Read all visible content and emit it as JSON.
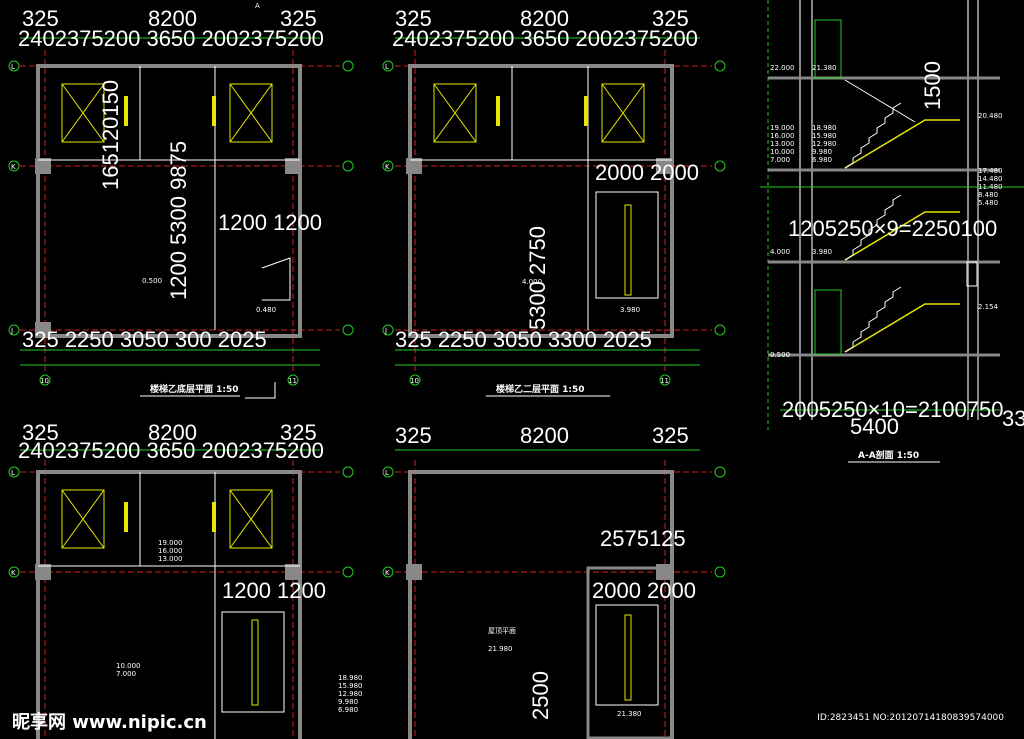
{
  "colors": {
    "wall": "#cc2222",
    "green": "#22cc22",
    "yellow": "#e6e600",
    "white": "#ffffff",
    "gray": "#888888",
    "bg": "#000000"
  },
  "plans": {
    "p1": {
      "title": "楼梯乙底层平面 1:50",
      "top_dims": "2402375200 3650 2002375200",
      "top_left": "325",
      "top_mid": "8200",
      "top_right": "325",
      "side_dims": "165120150",
      "vert_a": "1200 5300 9875",
      "flight": "1200 1200",
      "bottom_dims": "325 2250 3050 300 2025",
      "level_a": "0.500",
      "level_b": "0.480",
      "grid_l": "L",
      "grid_k": "K",
      "grid_j": "J",
      "grid_10": "10",
      "grid_11": "11"
    },
    "p2": {
      "title": "楼梯乙二层平面 1:50",
      "top_dims": "2402375200 3650 2002375200",
      "top_left": "325",
      "top_mid": "8200",
      "top_right": "325",
      "vert_a": "5300 2750",
      "flight": "2000 2000",
      "bottom_dims": "325 2250 3050 3300 2025",
      "level_a": "4.000",
      "level_b": "3.980",
      "grid_l": "L",
      "grid_k": "K",
      "grid_j": "J",
      "grid_10": "10",
      "grid_11": "11"
    },
    "p3": {
      "top_dims": "2402375200 3650 2002375200",
      "top_left": "325",
      "top_mid": "8200",
      "top_right": "325",
      "flight": "1200 1200",
      "levels_left": [
        "19.000",
        "16.000",
        "13.000",
        "10.000",
        "7.000"
      ],
      "levels_right": [
        "18.980",
        "15.980",
        "12.980",
        "9.980",
        "6.980"
      ],
      "grid_l": "L",
      "grid_k": "K"
    },
    "p4": {
      "top_left": "325",
      "top_mid": "8200",
      "top_right": "325",
      "dim_a": "2575125",
      "vert_a": "2500",
      "flight": "2000 2000",
      "level_a": "21.980",
      "level_b": "21.380",
      "room": "屋顶平面",
      "grid_l": "L",
      "grid_k": "K"
    },
    "section": {
      "title": "A-A剖面 1:50",
      "bottom_dims": "2005250×10=2100750",
      "bottom_sub": "5400",
      "right_cut": "33",
      "stair_dim": "1205250×9=2250100",
      "vert_dim": "1500",
      "levels_left": [
        "22.000",
        "19.000",
        "16.000",
        "13.000",
        "10.000",
        "7.000",
        "4.000",
        "0.500"
      ],
      "levels_left2": [
        "21.380",
        "18.980",
        "15.980",
        "12.980",
        "9.980",
        "6.980",
        "3.980"
      ],
      "levels_right": [
        "20.480",
        "17.480",
        "14.480",
        "11.480",
        "8.480",
        "5.480",
        "2.154"
      ],
      "label_a": "A"
    }
  },
  "watermark": "昵享网 www.nipic.cn",
  "image_id": "ID:2823451 NO:20120714180839574000"
}
